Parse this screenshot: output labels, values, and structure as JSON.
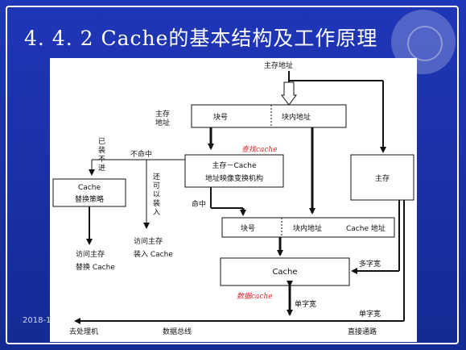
{
  "slide": {
    "title": "4. 4. 2  Cache的基本结构及工作原理",
    "date": "2018-1"
  },
  "diagram": {
    "main_addr_top": "主存地址",
    "main_addr_side": "主存\n地址",
    "block_no": "块号",
    "intra_addr": "块内地址",
    "mapping_line1": "主存－Cache",
    "mapping_line2": "地址映像变换机构",
    "miss": "不命中",
    "not_loaded": "已\n装\n不\n进",
    "replace_line1": "Cache",
    "replace_line2": "替换策略",
    "loadable": "还\n可\n以\n装\n入",
    "hit": "命中",
    "main_memory": "主存",
    "block_no2": "块号",
    "intra_addr2": "块内地址",
    "cache_addr": "Cache 地址",
    "cache": "Cache",
    "multi_word": "多字宽",
    "single_word_1": "单字宽",
    "single_word_2": "单字宽",
    "access_main_1": "访问主存",
    "access_main_2": "替换 Cache",
    "access_load_1": "访问主存",
    "access_load_2": "装入 Cache",
    "to_processor": "去处理机",
    "data_bus": "数据总线",
    "direct_path": "直接通路",
    "note_search": "查找cache",
    "note_data": "数据cache"
  },
  "colors": {
    "background": "#1b2fa0",
    "note": "#d6232a"
  }
}
